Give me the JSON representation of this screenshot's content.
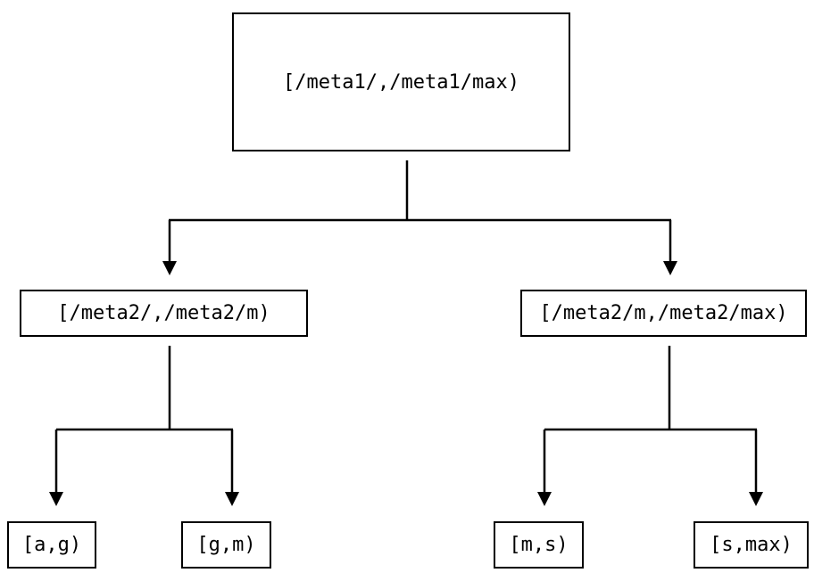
{
  "diagram": {
    "type": "tree",
    "background_color": "#ffffff",
    "line_color": "#000000",
    "box_fill_color": "#ffffff",
    "box_border_color": "#000000",
    "nodes": {
      "root": {
        "label": "[/meta1/,/meta1/max)"
      },
      "left": {
        "label": "[/meta2/,/meta2/m)"
      },
      "right": {
        "label": "[/meta2/m,/meta2/max)"
      },
      "leaf_ag": {
        "label": "[a,g)"
      },
      "leaf_gm": {
        "label": "[g,m)"
      },
      "leaf_ms": {
        "label": "[m,s)"
      },
      "leaf_smax": {
        "label": "[s,max)"
      }
    },
    "edges": [
      {
        "from": "root",
        "to": "left"
      },
      {
        "from": "root",
        "to": "right"
      },
      {
        "from": "left",
        "to": "leaf_ag"
      },
      {
        "from": "left",
        "to": "leaf_gm"
      },
      {
        "from": "right",
        "to": "leaf_ms"
      },
      {
        "from": "right",
        "to": "leaf_smax"
      }
    ]
  }
}
